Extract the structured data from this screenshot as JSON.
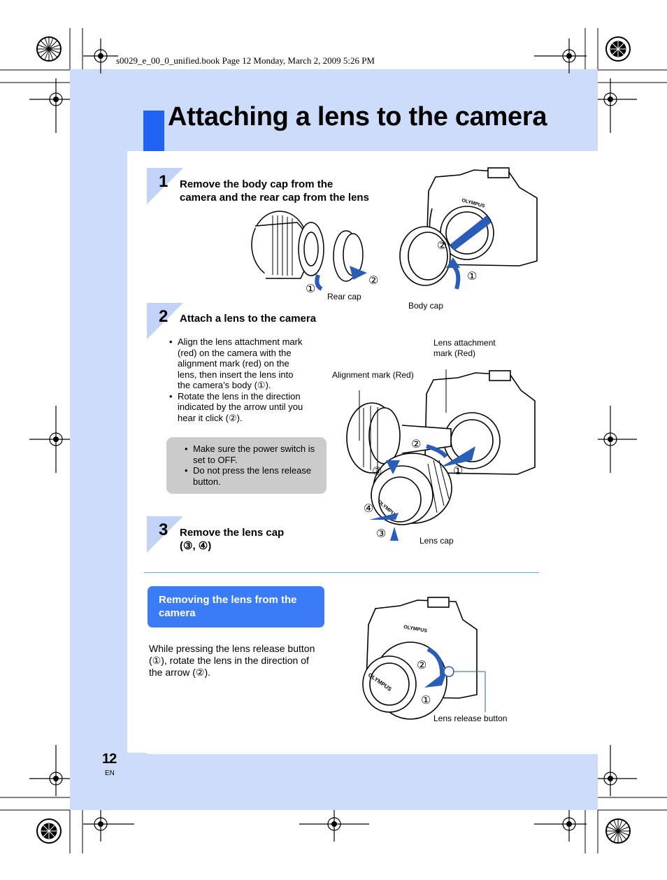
{
  "header": {
    "file_line": "s0029_e_00_0_unified.book  Page 12  Monday, March 2, 2009  5:26 PM"
  },
  "page": {
    "title": "Attaching a lens to the camera",
    "number": "12",
    "language": "EN"
  },
  "steps": [
    {
      "number": "1",
      "text_line1": "Remove the body cap from the",
      "text_line2": "camera and the rear cap from the lens"
    },
    {
      "number": "2",
      "text": "Attach a lens to the camera"
    },
    {
      "number": "3",
      "text_line1": "Remove the lens cap",
      "text_line2": "(③, ④)"
    }
  ],
  "step2_bullets": [
    "Align the lens attachment mark (red) on the camera with the alignment mark (red) on the lens, then insert the lens into the camera’s body (①).",
    "Rotate the lens in the direction indicated by the arrow until you hear it click (②)."
  ],
  "note_bullets": [
    "Make sure the power switch is set to OFF.",
    "Do not press the lens release button."
  ],
  "captions": {
    "rear_cap": "Rear cap",
    "body_cap": "Body cap",
    "lens_attachment_mark": "Lens attachment mark (Red)",
    "alignment_mark": "Alignment mark (Red)",
    "lens_cap": "Lens cap",
    "lens_release_button": "Lens release button"
  },
  "callouts": {
    "one": "①",
    "two": "②",
    "three": "③",
    "four": "④"
  },
  "brand": "OLYMPUS",
  "removal": {
    "heading": "Removing the lens from the camera",
    "text": "While pressing the lens release button (①), rotate the lens in the direction of the arrow (②)."
  },
  "colors": {
    "panel": "#cddcfb",
    "accent": "#1f63f0",
    "arrow": "#2a5db8",
    "note": "#cbcbcb"
  }
}
